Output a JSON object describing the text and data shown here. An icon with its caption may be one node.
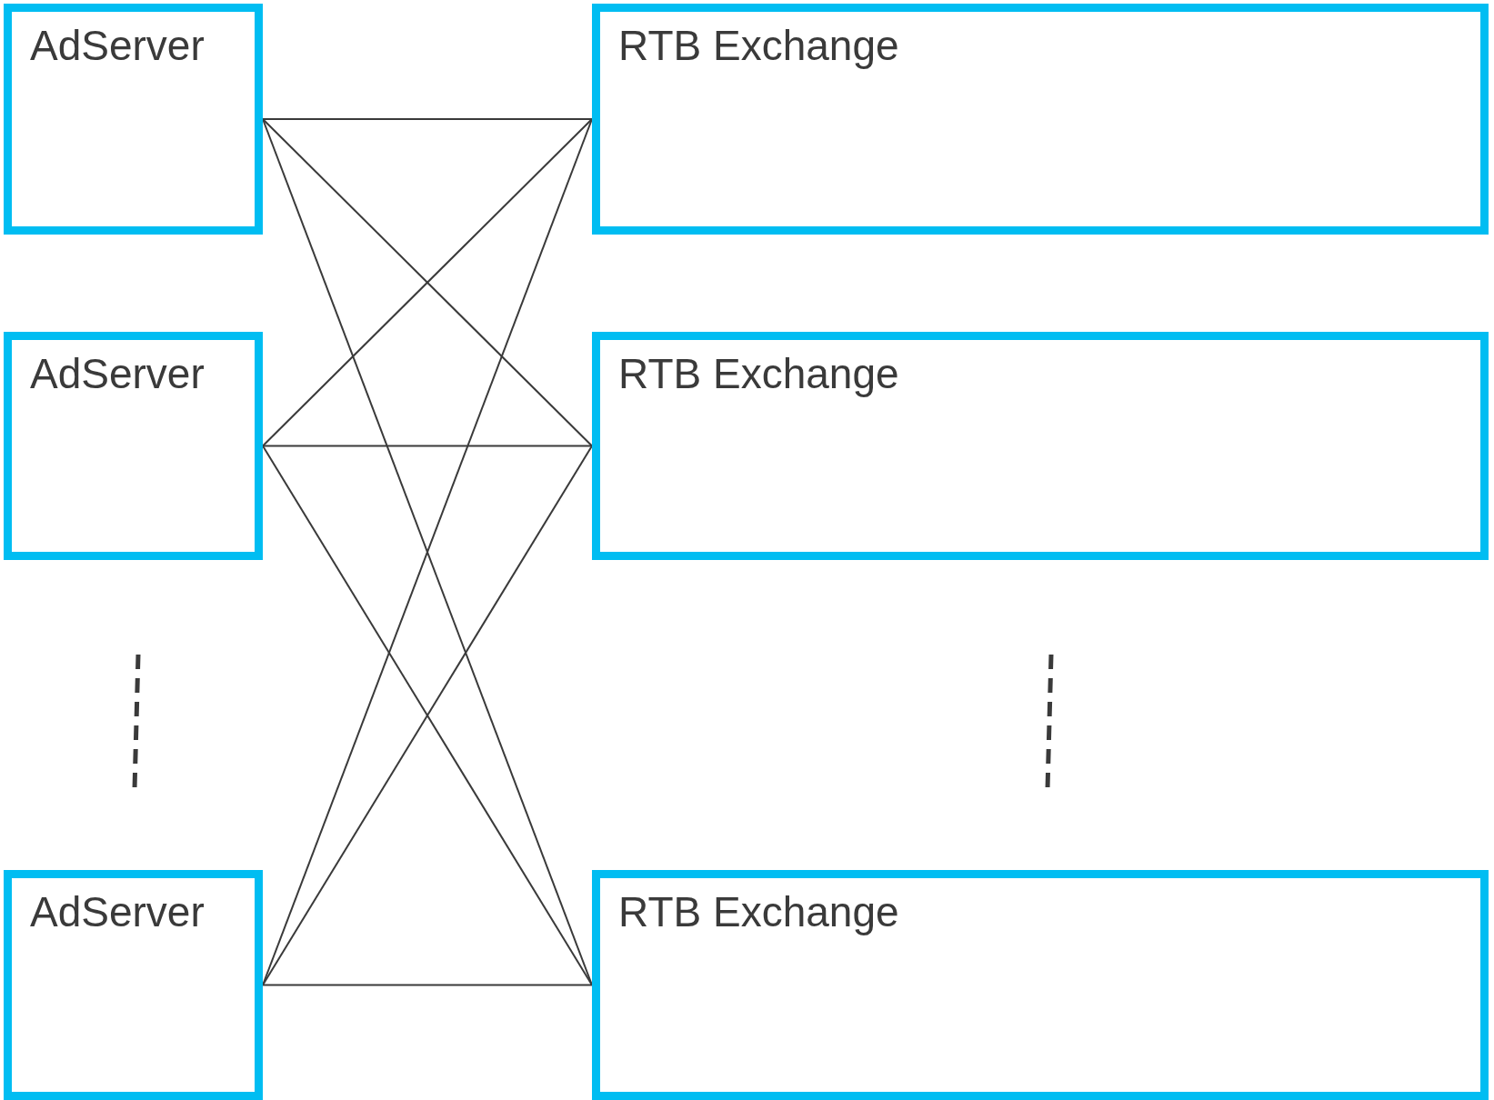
{
  "diagram": {
    "nodes": [
      {
        "text": [
          "AdServer"
        ]
      },
      {
        "text": [
          "RTB Exchange"
        ]
      },
      {
        "text": [
          "AdServer"
        ]
      },
      {
        "text": [
          "RTB Exchange"
        ]
      },
      {
        "text": [
          "AdServer"
        ]
      },
      {
        "text": [
          "RTB Exchange"
        ]
      }
    ],
    "edges": [
      {
        "from": 0,
        "to": 1,
        "arrow": "none"
      },
      {
        "from": 0,
        "to": 3,
        "arrow": "none"
      },
      {
        "from": 0,
        "to": 5,
        "arrow": "none"
      },
      {
        "from": 2,
        "to": 1,
        "arrow": "none"
      },
      {
        "from": 2,
        "to": 3,
        "arrow": "none"
      },
      {
        "from": 2,
        "to": 5,
        "arrow": "none"
      },
      {
        "from": 4,
        "to": 1,
        "arrow": "none"
      },
      {
        "from": 4,
        "to": 3,
        "arrow": "none"
      },
      {
        "from": 4,
        "to": 5,
        "arrow": "none"
      }
    ]
  }
}
